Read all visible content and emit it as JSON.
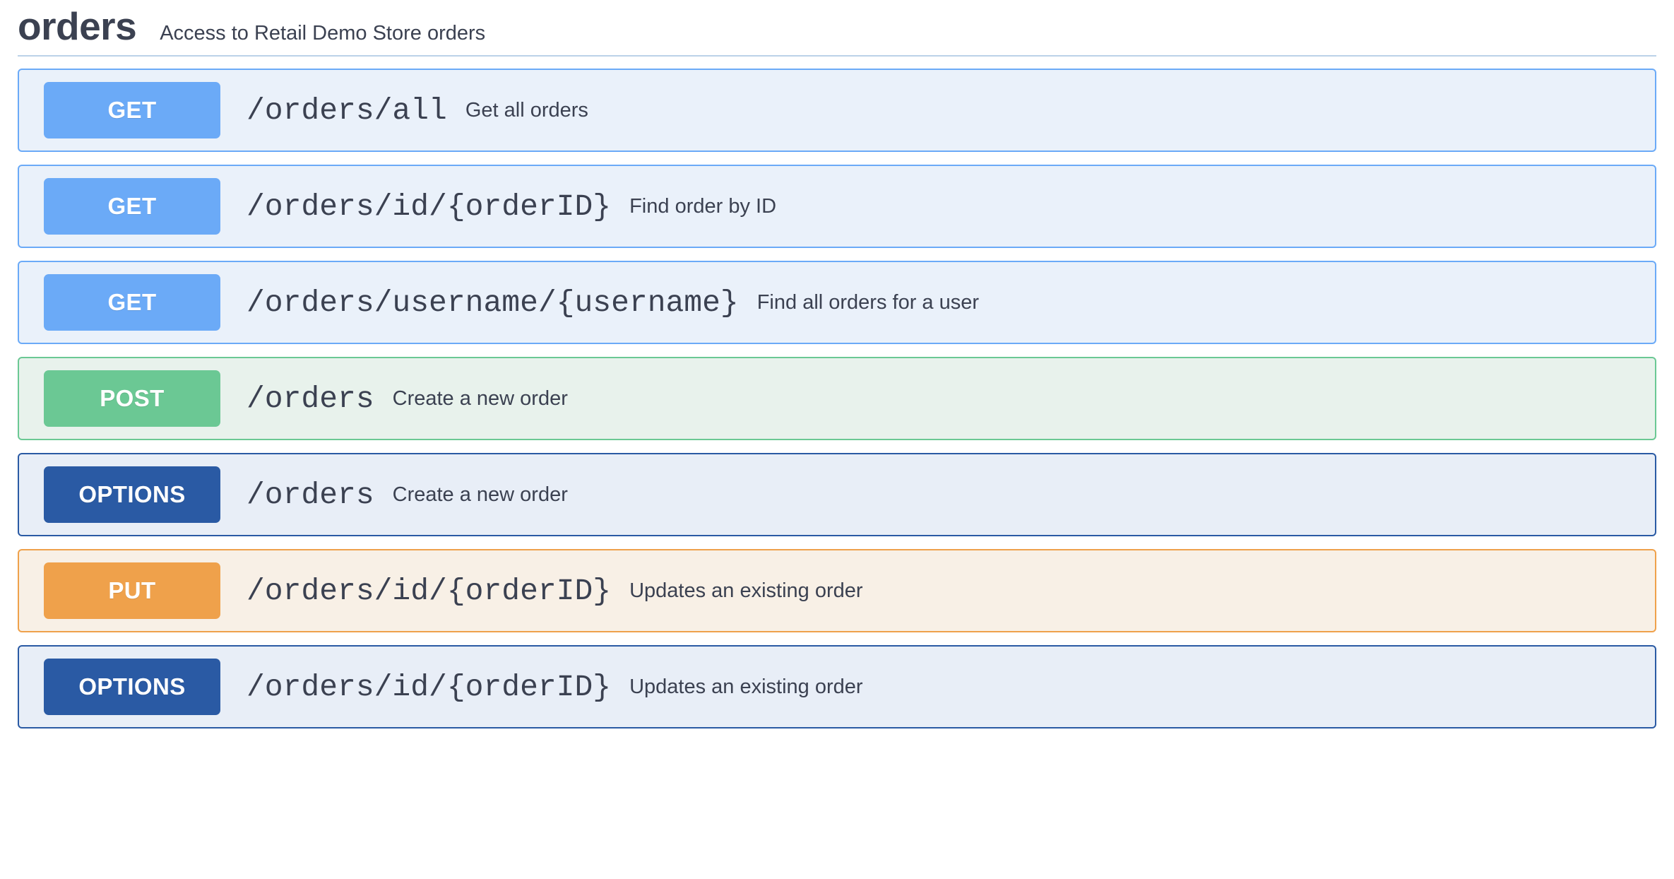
{
  "tag": {
    "name": "orders",
    "description": "Access to Retail Demo Store orders"
  },
  "colors": {
    "get": "#6baaf7",
    "get_row_bg": "#eaf1fa",
    "post": "#6bc894",
    "post_row_bg": "#e8f2ec",
    "options": "#2a5aa4",
    "options_row_bg": "#e8eef7",
    "put": "#efa14b",
    "put_row_bg": "#f8f0e6",
    "divider": "#a4c3e0",
    "text": "#3b4151"
  },
  "operations": [
    {
      "method": "GET",
      "path": "/orders/all",
      "summary": "Get all orders",
      "style": "get"
    },
    {
      "method": "GET",
      "path": "/orders/id/{orderID}",
      "summary": "Find order by ID",
      "style": "get"
    },
    {
      "method": "GET",
      "path": "/orders/username/{username}",
      "summary": "Find all orders for a user",
      "style": "get"
    },
    {
      "method": "POST",
      "path": "/orders",
      "summary": "Create a new order",
      "style": "post"
    },
    {
      "method": "OPTIONS",
      "path": "/orders",
      "summary": "Create a new order",
      "style": "options"
    },
    {
      "method": "PUT",
      "path": "/orders/id/{orderID}",
      "summary": "Updates an existing order",
      "style": "put"
    },
    {
      "method": "OPTIONS",
      "path": "/orders/id/{orderID}",
      "summary": "Updates an existing order",
      "style": "options"
    }
  ]
}
